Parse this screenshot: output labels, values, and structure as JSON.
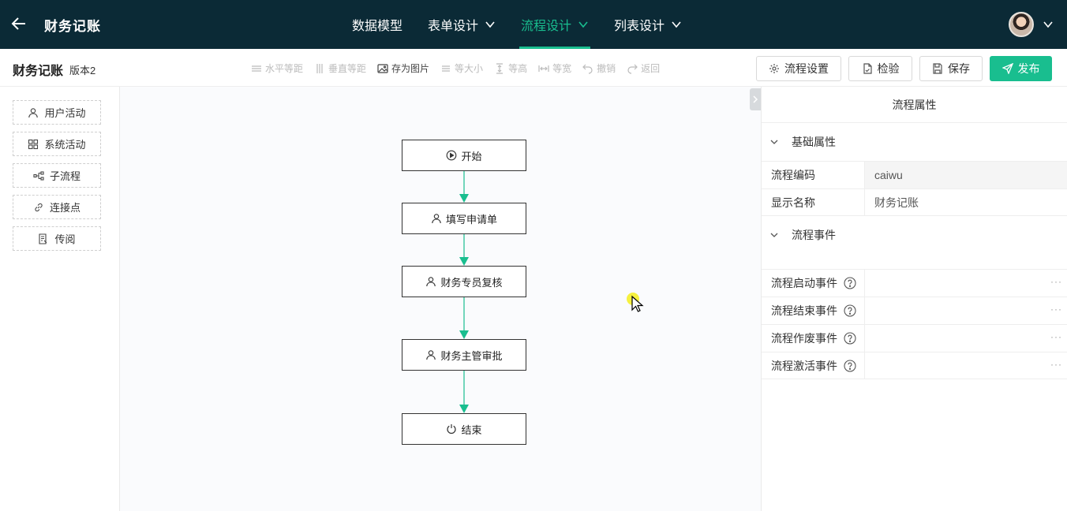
{
  "header": {
    "title": "财务记账",
    "nav": [
      {
        "label": "数据模型",
        "dropdown": false,
        "active": false
      },
      {
        "label": "表单设计",
        "dropdown": true,
        "active": false
      },
      {
        "label": "流程设计",
        "dropdown": true,
        "active": true
      },
      {
        "label": "列表设计",
        "dropdown": true,
        "active": false
      }
    ]
  },
  "toolbar": {
    "doc_title": "财务记账",
    "version": "版本2",
    "tools": [
      {
        "label": "水平等距",
        "icon": "align-horizontal-icon",
        "enabled": false
      },
      {
        "label": "垂直等距",
        "icon": "align-vertical-icon",
        "enabled": false
      },
      {
        "label": "存为图片",
        "icon": "image-icon",
        "enabled": true
      },
      {
        "label": "等大小",
        "icon": "equal-size-icon",
        "enabled": false
      },
      {
        "label": "等高",
        "icon": "equal-height-icon",
        "enabled": false
      },
      {
        "label": "等宽",
        "icon": "equal-width-icon",
        "enabled": false
      },
      {
        "label": "撤销",
        "icon": "undo-icon",
        "enabled": false
      },
      {
        "label": "返回",
        "icon": "redo-icon",
        "enabled": false
      }
    ],
    "settings_label": "流程设置",
    "check_label": "检验",
    "save_label": "保存",
    "publish_label": "发布"
  },
  "palette": {
    "items": [
      {
        "label": "用户活动",
        "icon": "user-icon"
      },
      {
        "label": "系统活动",
        "icon": "grid-icon"
      },
      {
        "label": "子流程",
        "icon": "subflow-icon"
      },
      {
        "label": "连接点",
        "icon": "link-icon"
      },
      {
        "label": "传阅",
        "icon": "document-icon"
      }
    ]
  },
  "flow": {
    "nodes": [
      {
        "label": "开始",
        "icon": "play-icon"
      },
      {
        "label": "填写申请单",
        "icon": "user-icon"
      },
      {
        "label": "财务专员复核",
        "icon": "user-icon"
      },
      {
        "label": "财务主管审批",
        "icon": "user-icon"
      },
      {
        "label": "结束",
        "icon": "power-icon"
      }
    ],
    "edge_color": "#19be8f"
  },
  "properties": {
    "title": "流程属性",
    "basic_section": "基础属性",
    "code_label": "流程编码",
    "code_value": "caiwu",
    "name_label": "显示名称",
    "name_value": "财务记账",
    "events_section": "流程事件",
    "events": [
      {
        "label": "流程启动事件",
        "value": ""
      },
      {
        "label": "流程结束事件",
        "value": ""
      },
      {
        "label": "流程作废事件",
        "value": ""
      },
      {
        "label": "流程激活事件",
        "value": ""
      }
    ],
    "more_label": "···"
  },
  "colors": {
    "header_bg": "#0b2a36",
    "accent": "#19be8f"
  }
}
